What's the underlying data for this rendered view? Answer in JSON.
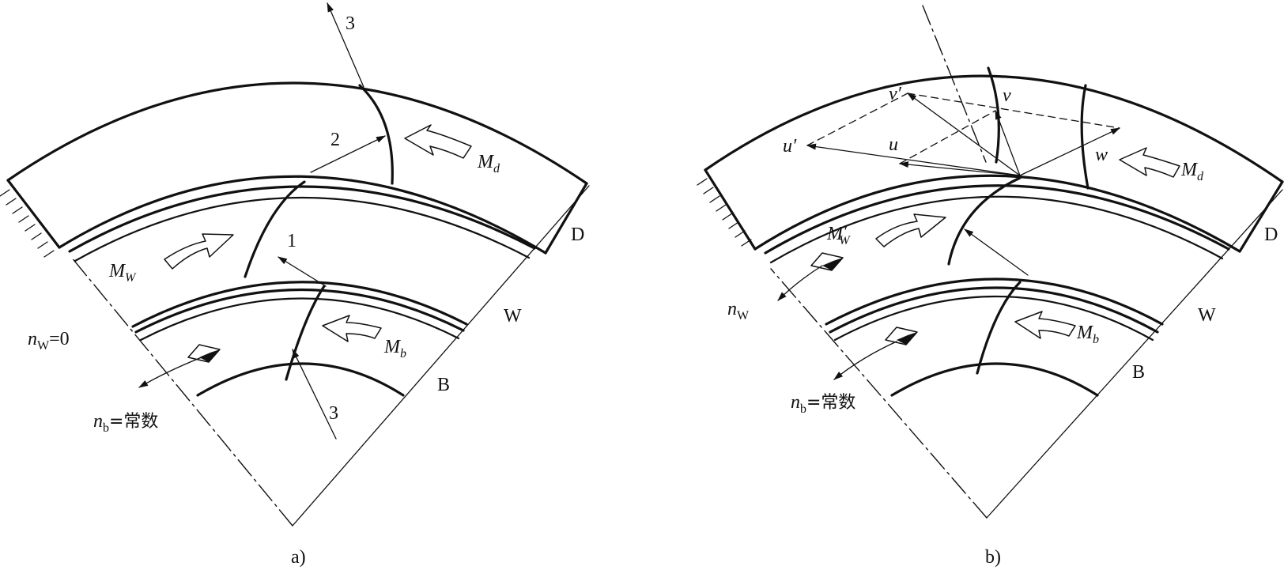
{
  "panel_a": {
    "caption": "a)",
    "stream_1": "1",
    "stream_2": "2",
    "stream_3_in": "3",
    "stream_3_out": "3",
    "label_D": "D",
    "label_W": "W",
    "label_B": "B",
    "torque_d": {
      "main": "M",
      "sub": "d"
    },
    "torque_w": {
      "main": "M",
      "sub": "W"
    },
    "torque_b": {
      "main": "M",
      "sub": "b"
    },
    "speed_w": {
      "main": "n",
      "sub": "W",
      "rest": "=0"
    },
    "speed_b": {
      "main": "n",
      "sub": "b",
      "rest": "=常数"
    }
  },
  "panel_b": {
    "caption": "b)",
    "label_v": "v",
    "label_v_prime": "v′",
    "label_u": "u",
    "label_u_prime": "u′",
    "label_w": "w",
    "label_D": "D",
    "label_W": "W",
    "label_B": "B",
    "torque_d": {
      "main": "M",
      "sub": "d"
    },
    "torque_w": {
      "main": "M",
      "sub": "W",
      "prime": "′"
    },
    "torque_b": {
      "main": "M",
      "sub": "b"
    },
    "speed_w": {
      "main": "n",
      "sub": "W"
    },
    "speed_b": {
      "main": "n",
      "sub": "b",
      "rest": "=常数"
    }
  }
}
